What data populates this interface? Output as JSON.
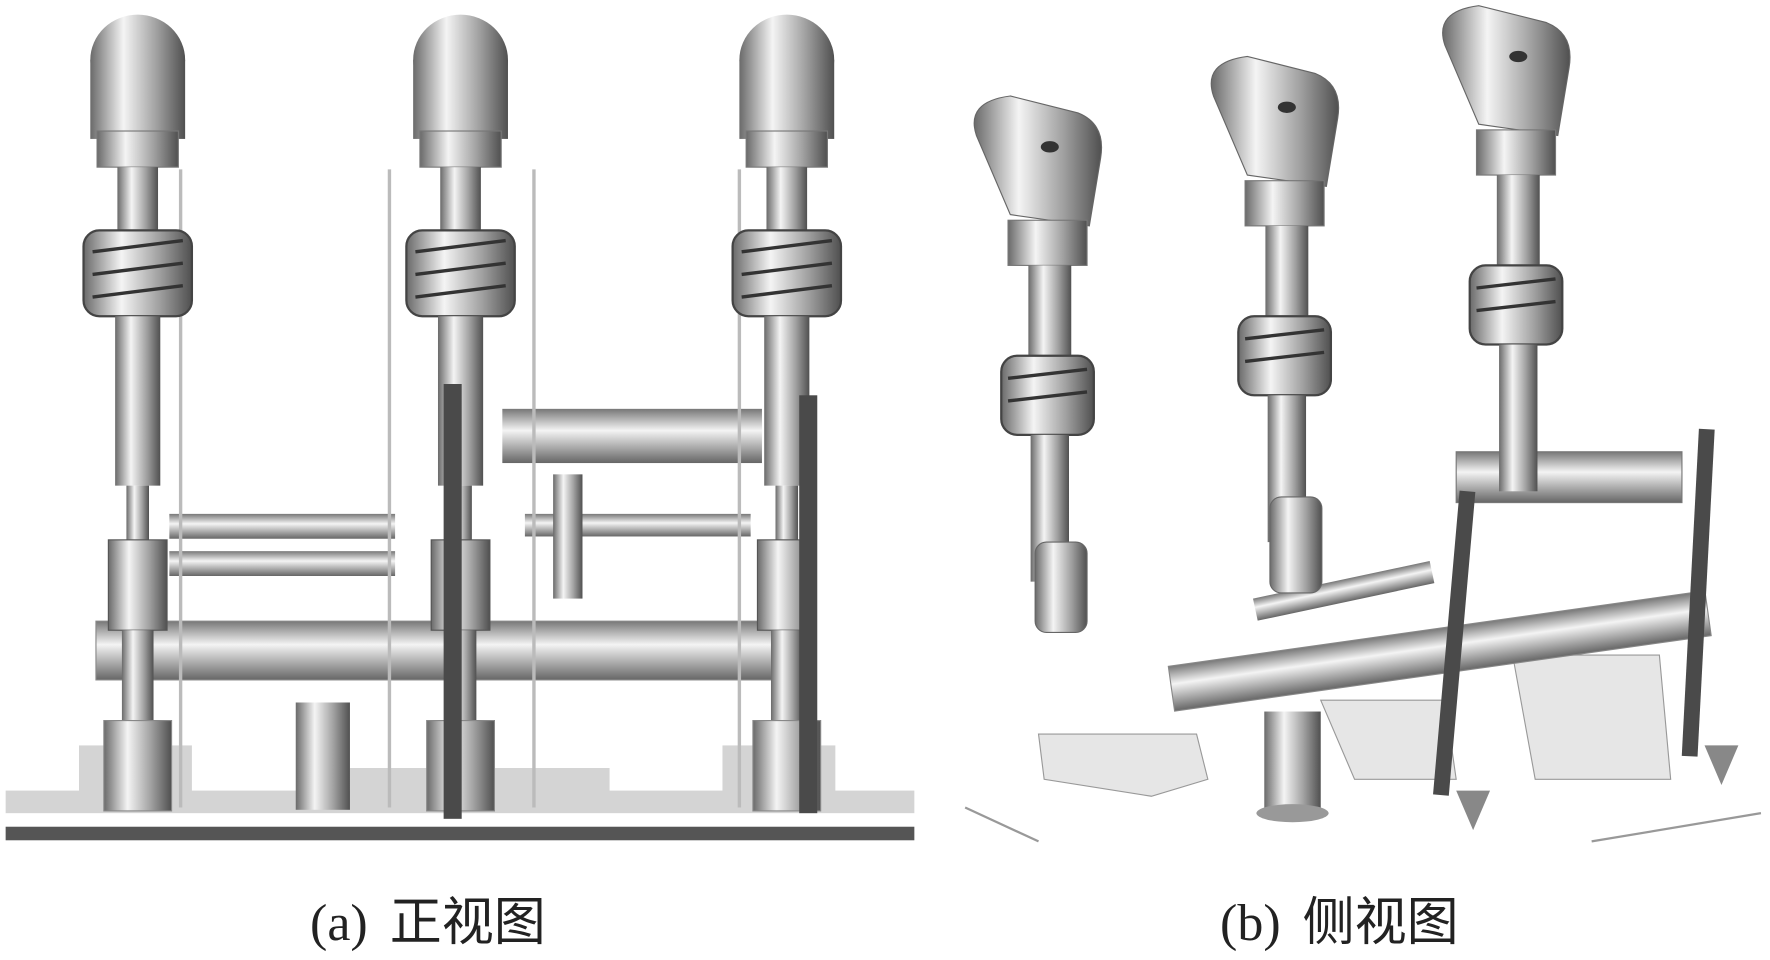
{
  "figure": {
    "panel_a": {
      "label": "(a)",
      "caption": "正视图"
    },
    "panel_b": {
      "label": "(b)",
      "caption": "侧视图"
    }
  },
  "colors": {
    "metal_light": "#f0f0f0",
    "metal_mid": "#a8a8a8",
    "metal_dark": "#555555",
    "base": "#d4d4d4"
  }
}
